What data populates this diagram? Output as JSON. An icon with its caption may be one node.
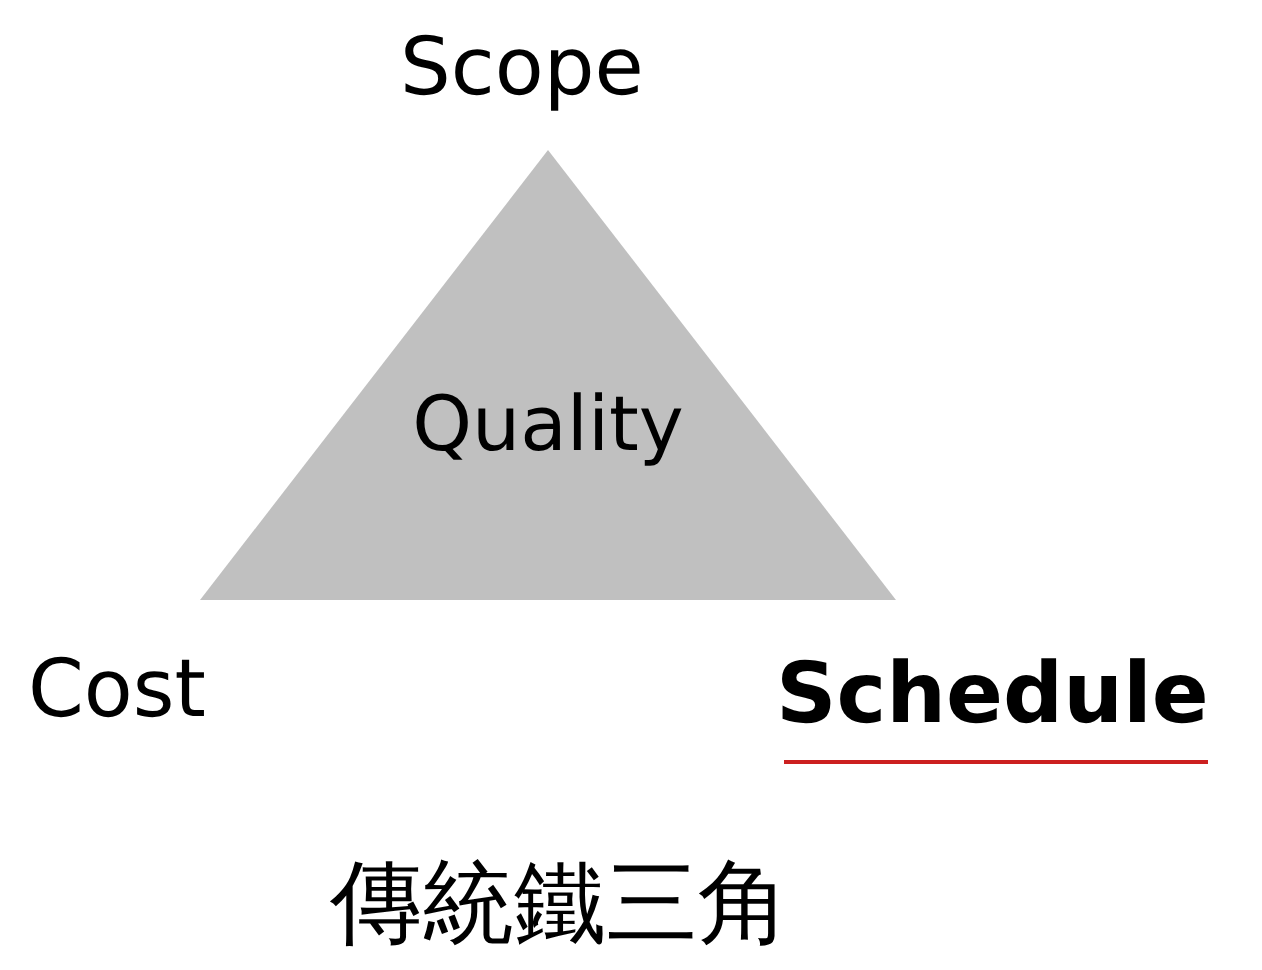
{
  "diagram": {
    "caption": "傳統鐵三角",
    "nodes": [
      {
        "text": [
          "Quality"
        ]
      }
    ],
    "labels": [
      "Scope",
      "Cost",
      "Schedule"
    ]
  }
}
